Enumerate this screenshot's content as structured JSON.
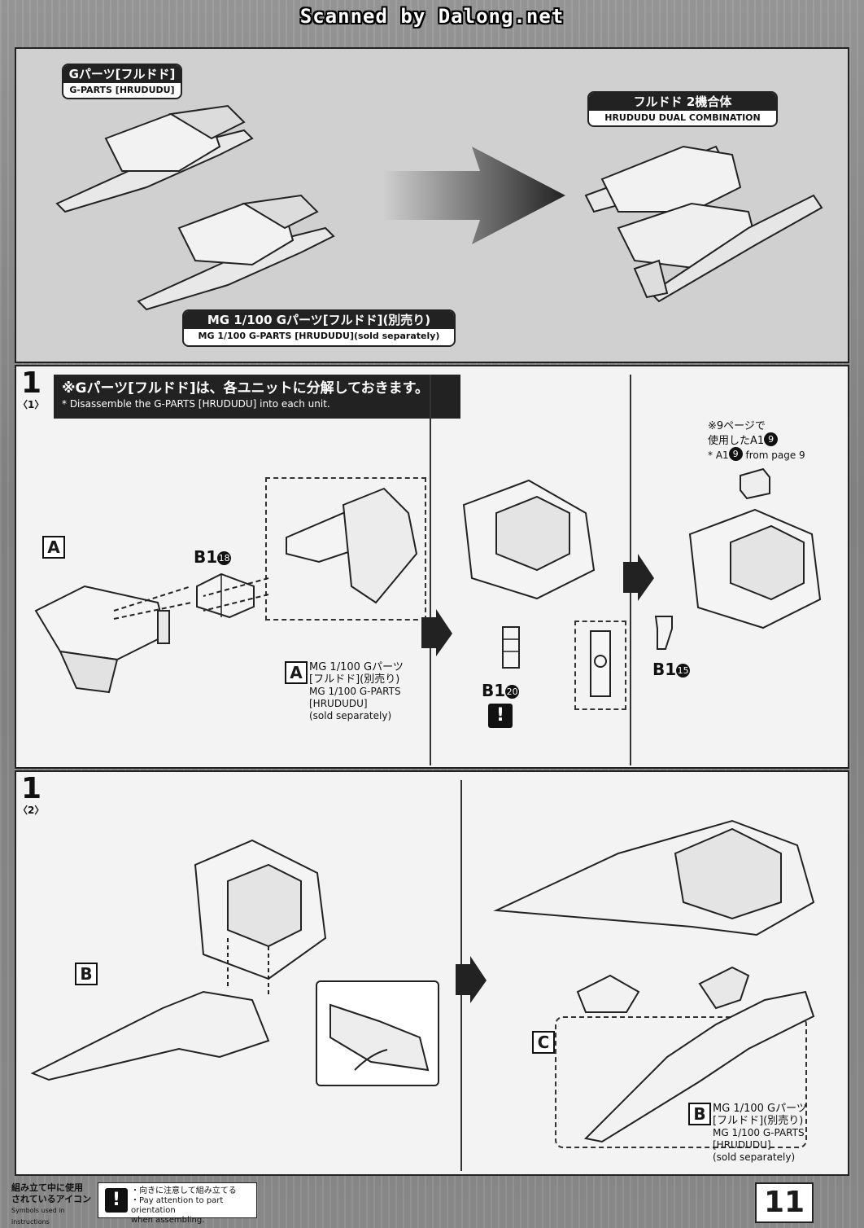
{
  "watermark": "Scanned by Dalong.net",
  "header": {
    "gparts_label_jp": "Gパーツ[フルドド]",
    "gparts_label_en": "G-PARTS [HRUDUDU]",
    "combination_label_jp": "フルドド 2機合体",
    "combination_label_en": "HRUDUDU DUAL COMBINATION",
    "sold_label_jp": "MG 1/100 Gパーツ[フルドド](別売り)",
    "sold_label_en": "MG 1/100 G-PARTS [HRUDUDU](sold separately)"
  },
  "step1": {
    "number": "1",
    "sub": "〈1〉",
    "note_jp": "※Gパーツ[フルドド]は、各ユニットに分解しておきます。",
    "note_en": "* Disassemble the G-PARTS [HRUDUDU] into each unit.",
    "tag_a": "A",
    "part_b1_18": "B1",
    "part_b1_18_circle": "18",
    "caption_a_letter": "A",
    "caption_a_jp1": "MG 1/100 Gパーツ",
    "caption_a_jp2": "[フルドド](別売り)",
    "caption_a_en1": "MG 1/100 G-PARTS",
    "caption_a_en2": "[HRUDUDU]",
    "caption_a_en3": "(sold separately)",
    "part_b1_20": "B1",
    "part_b1_20_circle": "20",
    "warn_symbol": "!",
    "ref_note_jp1": "※9ページで",
    "ref_note_jp2": "使用したA1",
    "ref_note_circle": "9",
    "ref_note_en": "* A1",
    "ref_note_en_tail": "from page 9",
    "part_b1_15": "B1",
    "part_b1_15_circle": "15"
  },
  "step2": {
    "number": "1",
    "sub": "〈2〉",
    "tag_b": "B",
    "tag_c": "C",
    "caption_b_letter": "B",
    "caption_b_jp1": "MG 1/100 Gパーツ",
    "caption_b_jp2": "[フルドド](別売り)",
    "caption_b_en1": "MG 1/100 G-PARTS",
    "caption_b_en2": "[HRUDUDU]",
    "caption_b_en3": "(sold separately)"
  },
  "footer": {
    "legend_jp1": "組み立て中に使用",
    "legend_jp2": "されているアイコン",
    "legend_en": "Symbols used in instructions",
    "legend_icon": "!",
    "legend_desc_jp": "・向きに注意して組み立てる",
    "legend_desc_en1": "・Pay attention to part orientation",
    "legend_desc_en2": "when assembling.",
    "page_number": "11"
  }
}
